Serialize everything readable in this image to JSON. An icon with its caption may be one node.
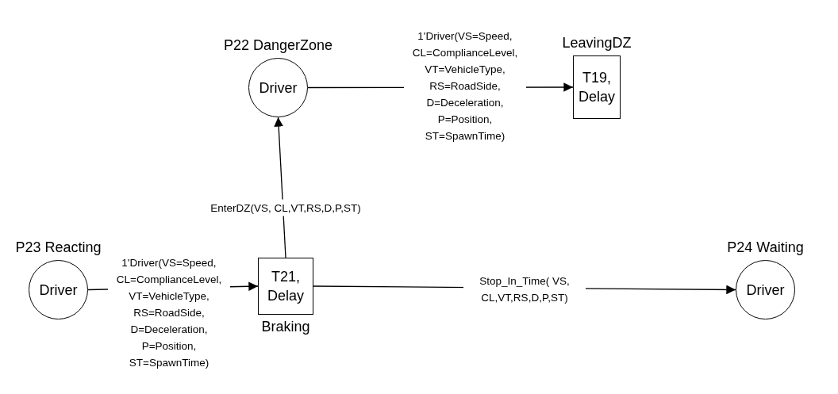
{
  "diagram": {
    "nodes": [
      {
        "text": [
          "P22 DangerZone",
          "Driver"
        ]
      },
      {
        "text": [
          "LeavingDZ",
          "T19, Delay"
        ]
      },
      {
        "text": [
          "P23 Reacting",
          "Driver"
        ]
      },
      {
        "text": [
          "T21, Delay"
        ],
        "beside": [
          "Braking"
        ]
      },
      {
        "text": [
          "P24 Waiting",
          "Driver"
        ]
      }
    ],
    "edges": [
      {
        "from": 0,
        "to": 1,
        "arrow": "to",
        "label": "1'Driver(VS=Speed, CL=ComplianceLevel, VT=VehicleType, RS=RoadSide, D=Deceleration, P=Position, ST=SpawnTime)"
      },
      {
        "from": 3,
        "to": 0,
        "arrow": "to",
        "label": "EnterDZ(VS, CL,VT,RS,D,P,ST)"
      },
      {
        "from": 2,
        "to": 3,
        "arrow": "to",
        "label": "1'Driver(VS=Speed, CL=ComplianceLevel, VT=VehicleType, RS=RoadSide, D=Deceleration, P=Position, ST=SpawnTime)"
      },
      {
        "from": 3,
        "to": 4,
        "arrow": "to",
        "label": "Stop_In_Time( VS, CL,VT,RS,D,P,ST)"
      }
    ]
  }
}
